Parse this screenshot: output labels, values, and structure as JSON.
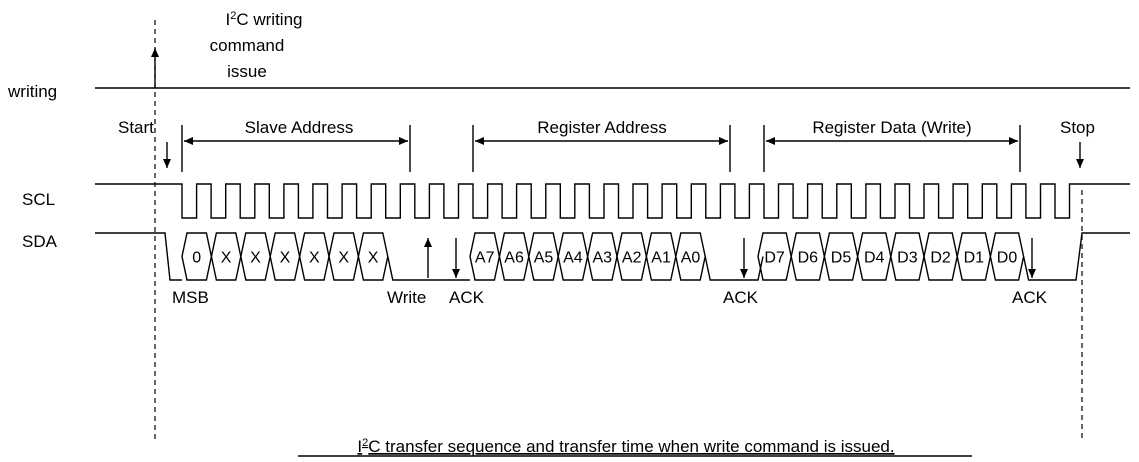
{
  "issue_label": {
    "line1_i": "I",
    "line1_sup": "2",
    "line1_rest": "C writing",
    "line2": "command",
    "line3": "issue"
  },
  "signals": {
    "writing": "writing",
    "scl": "SCL",
    "sda": "SDA"
  },
  "markers": {
    "start": "Start",
    "stop": "Stop"
  },
  "fields": {
    "slave_address": "Slave Address",
    "register_address": "Register Address",
    "register_data": "Register Data (Write)"
  },
  "slave_bits": [
    "0",
    "X",
    "X",
    "X",
    "X",
    "X",
    "X"
  ],
  "register_bits": [
    "A7",
    "A6",
    "A5",
    "A4",
    "A3",
    "A2",
    "A1",
    "A0"
  ],
  "data_bits": [
    "D7",
    "D6",
    "D5",
    "D4",
    "D3",
    "D2",
    "D1",
    "D0"
  ],
  "annotations": {
    "msb": "MSB",
    "write": "Write",
    "ack1": "ACK",
    "ack2": "ACK",
    "ack3": "ACK"
  },
  "caption": {
    "i": "I",
    "sup": "2",
    "rest": "C transfer sequence and transfer time when write command is issued."
  }
}
